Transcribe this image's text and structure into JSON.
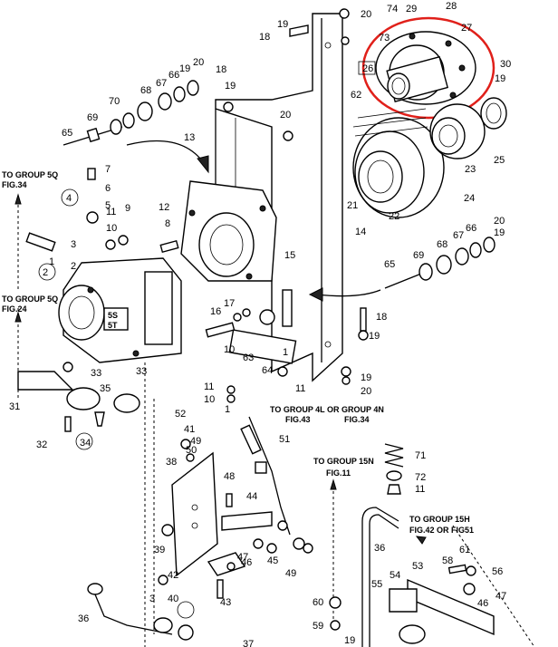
{
  "highlight_color": "#e0201a",
  "callout_numbers": [
    "20",
    "19",
    "18",
    "74",
    "29",
    "28",
    "27",
    "73",
    "26",
    "30",
    "19",
    "62",
    "70",
    "69",
    "68",
    "67",
    "66",
    "65",
    "19",
    "20",
    "18",
    "13",
    "20",
    "19",
    "7",
    "6",
    "5",
    "4",
    "3",
    "2",
    "11",
    "10",
    "9",
    "8",
    "12",
    "21",
    "22",
    "23",
    "24",
    "25",
    "14",
    "20",
    "19",
    "66",
    "67",
    "68",
    "69",
    "65",
    "18",
    "19",
    "15",
    "16",
    "17",
    "10",
    "63",
    "64",
    "19",
    "20",
    "11",
    "10",
    "11",
    "1",
    "2",
    "33",
    "31",
    "33",
    "35",
    "34",
    "32",
    "52",
    "41",
    "49",
    "50",
    "51",
    "38",
    "48",
    "44",
    "47",
    "46",
    "45",
    "49",
    "42",
    "43",
    "39",
    "40",
    "36",
    "3",
    "37",
    "71",
    "72",
    "11",
    "36",
    "61",
    "58",
    "56",
    "47",
    "46",
    "54",
    "55",
    "53",
    "60",
    "59",
    "19",
    "1",
    "1"
  ],
  "references": {
    "group_5q_top": "TO GROUP 5Q",
    "fig_34_top": "FIG.34",
    "group_5q_mid": "TO GROUP 5Q",
    "fig_24": "FIG.24",
    "group_4l": "TO GROUP 4L OR GROUP 4N",
    "fig_43": "FIG.43",
    "fig_34_mid": "FIG.34",
    "group_15n": "TO GROUP 15N",
    "fig_11": "FIG.11",
    "group_15h": "TO GROUP 15H",
    "fig_42": "FIG.42  OR FIG51"
  },
  "pump_plate": {
    "line1": "5S",
    "line2": "5T"
  }
}
